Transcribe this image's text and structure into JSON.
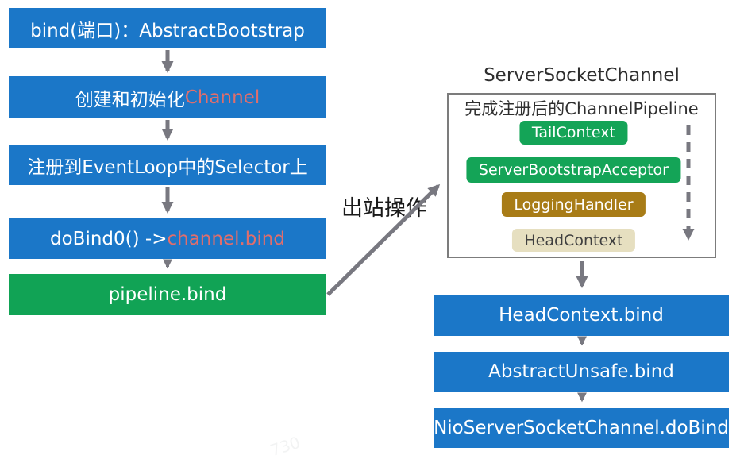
{
  "colors": {
    "box_blue": "#1b77c8",
    "box_green": "#11a355",
    "chip_green": "#14a457",
    "chip_brown": "#a87c17",
    "chip_beige": "#e6dfc0",
    "highlight_red_text": "#e06e6c",
    "white_text": "#ffffff",
    "arrow_gray": "#787880",
    "panel_border_gray": "#7c7c7c",
    "dark_text": "#2f2f2f"
  },
  "left_flow": {
    "box1": {
      "text": "bind(端口)：AbstractBootstrap"
    },
    "box2": {
      "white": "创建和初始化",
      "red": "Channel"
    },
    "box3": {
      "text": "注册到EventLoop中的Selector上"
    },
    "box4": {
      "white": "doBind0() -> ",
      "red": "channel.bind"
    },
    "box5": {
      "text": "pipeline.bind"
    }
  },
  "edge": {
    "label": "出站操作"
  },
  "panel": {
    "title": "ServerSocketChannel",
    "heading": "完成注册后的ChannelPipeline",
    "handlers": [
      {
        "label": "TailContext",
        "variant": "green"
      },
      {
        "label": "ServerBootstrapAcceptor",
        "variant": "green"
      },
      {
        "label": "LoggingHandler",
        "variant": "brown"
      },
      {
        "label": "HeadContext",
        "variant": "beige"
      }
    ]
  },
  "bottom_flow": {
    "box1": {
      "text": "HeadContext.bind"
    },
    "box2": {
      "text": "AbstractUnsafe.bind"
    },
    "box3": {
      "text": "NioServerSocketChannel.doBind"
    }
  },
  "watermark": "730"
}
